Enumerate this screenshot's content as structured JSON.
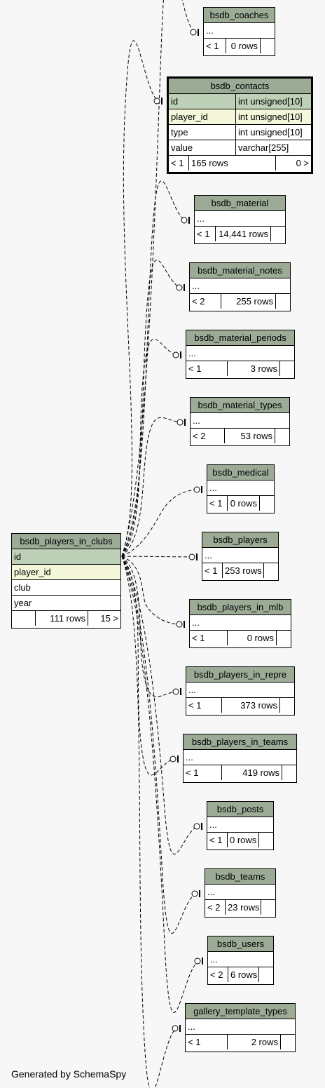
{
  "main_table": {
    "name": "bsdb_players_in_clubs",
    "columns": [
      "id",
      "player_id",
      "club",
      "year"
    ],
    "footer": [
      "",
      "111 rows",
      "15 >"
    ]
  },
  "contacts": {
    "name": "bsdb_contacts",
    "columns": [
      {
        "name": "id",
        "type": "int unsigned[10]"
      },
      {
        "name": "player_id",
        "type": "int unsigned[10]"
      },
      {
        "name": "type",
        "type": "int unsigned[10]"
      },
      {
        "name": "value",
        "type": "varchar[255]"
      }
    ],
    "footer": [
      "< 1",
      "165 rows",
      "0 >"
    ]
  },
  "tables": [
    {
      "name": "bsdb_coaches",
      "ellipsis": "...",
      "parents": "< 1",
      "rows": "0 rows"
    },
    {
      "name": "bsdb_material",
      "ellipsis": "...",
      "parents": "< 1",
      "rows": "14,441 rows"
    },
    {
      "name": "bsdb_material_notes",
      "ellipsis": "...",
      "parents": "< 2",
      "rows": "255 rows"
    },
    {
      "name": "bsdb_material_periods",
      "ellipsis": "...",
      "parents": "< 1",
      "rows": "3 rows"
    },
    {
      "name": "bsdb_material_types",
      "ellipsis": "...",
      "parents": "< 2",
      "rows": "53 rows"
    },
    {
      "name": "bsdb_medical",
      "ellipsis": "...",
      "parents": "< 1",
      "rows": "0 rows"
    },
    {
      "name": "bsdb_players",
      "ellipsis": "...",
      "parents": "< 1",
      "rows": "253 rows"
    },
    {
      "name": "bsdb_players_in_mlb",
      "ellipsis": "...",
      "parents": "< 1",
      "rows": "0 rows"
    },
    {
      "name": "bsdb_players_in_repre",
      "ellipsis": "...",
      "parents": "< 1",
      "rows": "373 rows"
    },
    {
      "name": "bsdb_players_in_teams",
      "ellipsis": "...",
      "parents": "< 1",
      "rows": "419 rows"
    },
    {
      "name": "bsdb_posts",
      "ellipsis": "...",
      "parents": "< 1",
      "rows": "0 rows"
    },
    {
      "name": "bsdb_teams",
      "ellipsis": "...",
      "parents": "< 2",
      "rows": "23 rows"
    },
    {
      "name": "bsdb_users",
      "ellipsis": "...",
      "parents": "< 2",
      "rows": "6 rows"
    },
    {
      "name": "gallery_template_types",
      "ellipsis": "...",
      "parents": "< 1",
      "rows": "2 rows"
    }
  ],
  "footer_text": "Generated by SchemaSpy"
}
